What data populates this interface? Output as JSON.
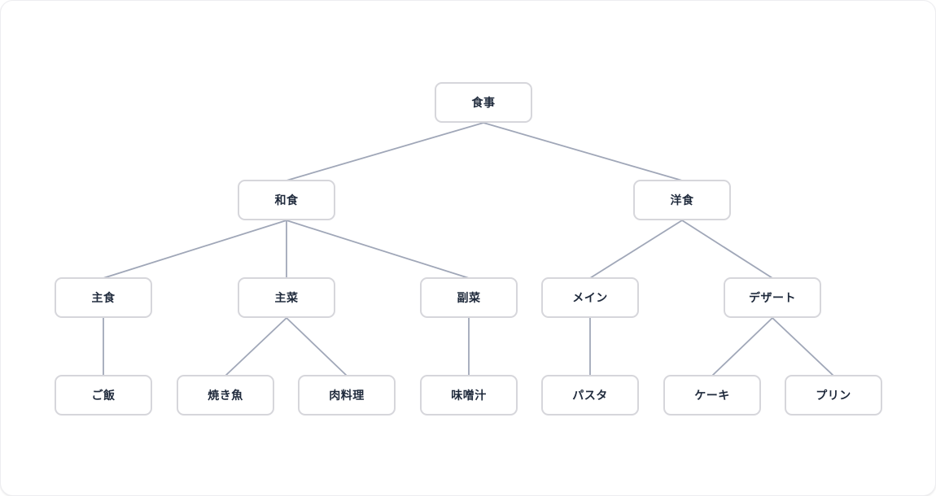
{
  "diagram": {
    "type": "tree",
    "description": "meal-category-hierarchy",
    "nodes": [
      {
        "id": "meal",
        "label": "食事",
        "level": 1
      },
      {
        "id": "washoku",
        "label": "和食",
        "level": 2
      },
      {
        "id": "yoshoku",
        "label": "洋食",
        "level": 2
      },
      {
        "id": "staple",
        "label": "主食",
        "level": 3
      },
      {
        "id": "main-dish",
        "label": "主菜",
        "level": 3
      },
      {
        "id": "side-dish",
        "label": "副菜",
        "level": 3
      },
      {
        "id": "main",
        "label": "メイン",
        "level": 3
      },
      {
        "id": "dessert",
        "label": "デザート",
        "level": 3
      },
      {
        "id": "rice",
        "label": "ご飯",
        "level": 4
      },
      {
        "id": "grilled-fish",
        "label": "焼き魚",
        "level": 4
      },
      {
        "id": "meat-dish",
        "label": "肉料理",
        "level": 4
      },
      {
        "id": "miso-soup",
        "label": "味噌汁",
        "level": 4
      },
      {
        "id": "pasta",
        "label": "パスタ",
        "level": 4
      },
      {
        "id": "cake",
        "label": "ケーキ",
        "level": 4
      },
      {
        "id": "pudding",
        "label": "プリン",
        "level": 4
      }
    ],
    "edges": [
      [
        "meal",
        "washoku"
      ],
      [
        "meal",
        "yoshoku"
      ],
      [
        "washoku",
        "staple"
      ],
      [
        "washoku",
        "main-dish"
      ],
      [
        "washoku",
        "side-dish"
      ],
      [
        "yoshoku",
        "main"
      ],
      [
        "yoshoku",
        "dessert"
      ],
      [
        "staple",
        "rice"
      ],
      [
        "main-dish",
        "grilled-fish"
      ],
      [
        "main-dish",
        "meat-dish"
      ],
      [
        "side-dish",
        "miso-soup"
      ],
      [
        "main",
        "pasta"
      ],
      [
        "dessert",
        "cake"
      ],
      [
        "dessert",
        "pudding"
      ]
    ],
    "colors": {
      "node_border": "#d6d6db",
      "node_bg": "#ffffff",
      "text": "#1e293b",
      "edge": "#a0a7b8"
    }
  }
}
